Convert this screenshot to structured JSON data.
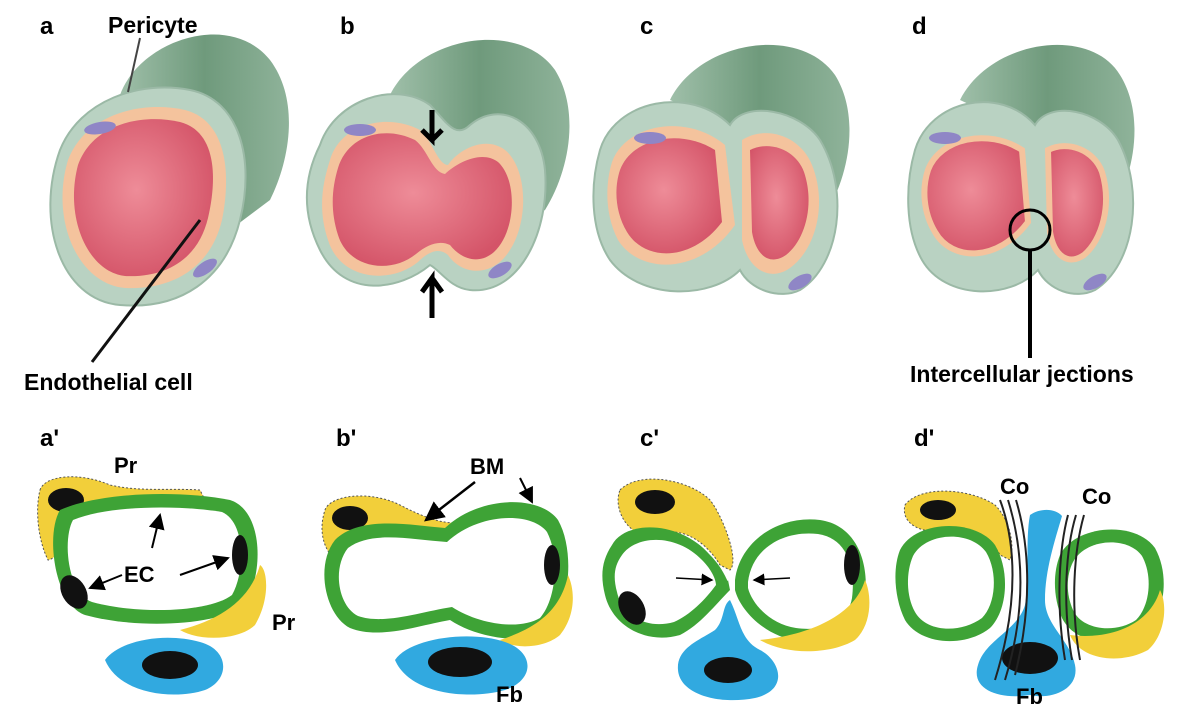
{
  "top_row": {
    "panels": [
      {
        "letter": "a"
      },
      {
        "letter": "b"
      },
      {
        "letter": "c"
      },
      {
        "letter": "d"
      }
    ],
    "callouts": {
      "pericyte": "Pericyte",
      "endothelial_cell": "Endothelial cell",
      "intercellular_junctions": "Intercellular jections"
    }
  },
  "bottom_row": {
    "panels": [
      {
        "letter": "a'"
      },
      {
        "letter": "b'"
      },
      {
        "letter": "c'"
      },
      {
        "letter": "d'"
      }
    ],
    "labels": {
      "pr_top": "Pr",
      "pr_bottom": "Pr",
      "ec": "EC",
      "bm": "BM",
      "fb_b": "Fb",
      "fb_d": "Fb",
      "co_left": "Co",
      "co_right": "Co"
    }
  },
  "colors": {
    "vessel_outer": "#7fa58a",
    "vessel_wall": "#b9d2c2",
    "endothelium": "#f4c39d",
    "lumen": "#e06a7b",
    "pericyte_nucleus": "#8f86c6",
    "endothelial_green": "#3ea336",
    "pericyte_yellow": "#f2cf3a",
    "fibroblast_blue": "#31a9e0",
    "nucleus_black": "#111111"
  }
}
